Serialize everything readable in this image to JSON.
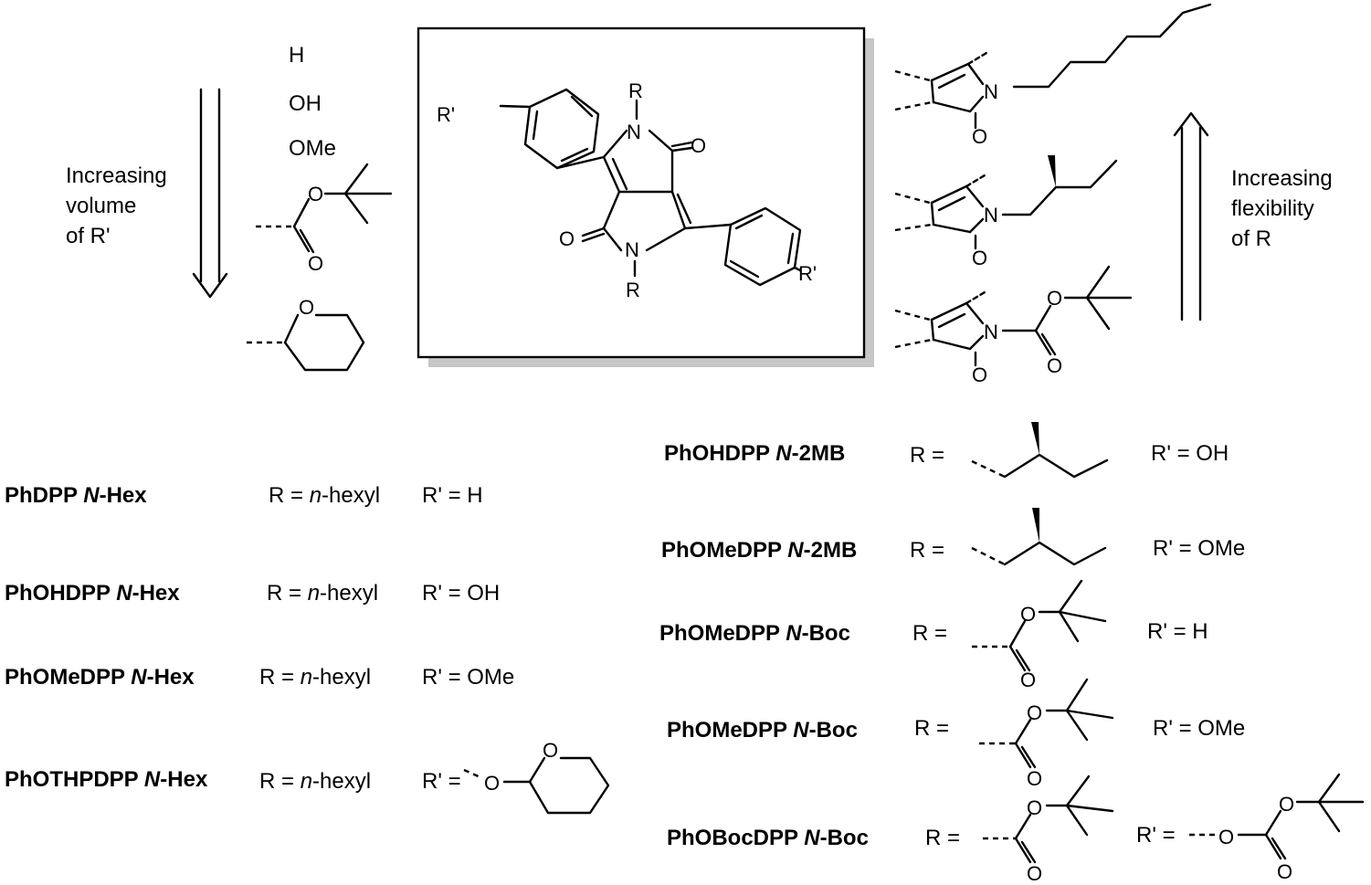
{
  "top": {
    "left_arrow_label": [
      "Increasing",
      "volume",
      "of R'"
    ],
    "right_arrow_label": [
      "Increasing",
      "flexibility",
      "of R"
    ],
    "r_prime_options": [
      "H",
      "OH",
      "OMe"
    ]
  },
  "core": {
    "atoms": {
      "N": "N",
      "O": "O",
      "R": "R",
      "R_prime": "R'"
    }
  },
  "compounds": [
    {
      "name": "PhDPP",
      "suffix": "N",
      "suffix_tail": "-Hex",
      "r_text": "R = ",
      "r_italic": "n",
      "r_tail": "-hexyl",
      "rp": "R' = H"
    },
    {
      "name": "PhOHDPP",
      "suffix": "N",
      "suffix_tail": "-Hex",
      "r_text": "R = ",
      "r_italic": "n",
      "r_tail": "-hexyl",
      "rp": "R' = OH"
    },
    {
      "name": "PhOMeDPP",
      "suffix": "N",
      "suffix_tail": "-Hex",
      "r_text": "R = ",
      "r_italic": "n",
      "r_tail": "-hexyl",
      "rp": "R' = OMe"
    },
    {
      "name": "PhOTHPDPP",
      "suffix": "N",
      "suffix_tail": "-Hex",
      "r_text": "R = ",
      "r_italic": "n",
      "r_tail": "-hexyl",
      "rp": "R' ="
    },
    {
      "name": "PhOHDPP",
      "suffix": "N",
      "suffix_tail": "-2MB",
      "r_text": "R =",
      "rp": "R' = OH"
    },
    {
      "name": "PhOMeDPP",
      "suffix": "N",
      "suffix_tail": "-2MB",
      "r_text": "R =",
      "rp": "R' = OMe"
    },
    {
      "name": "PhOMeDPP",
      "suffix": "N",
      "suffix_tail": "-Boc",
      "r_text": "R =",
      "rp": "R' = H"
    },
    {
      "name": "PhOMeDPP",
      "suffix": "N",
      "suffix_tail": "-Boc",
      "r_text": "R =",
      "rp": "R' = OMe"
    },
    {
      "name": "PhOBocDPP",
      "suffix": "N",
      "suffix_tail": "-Boc",
      "r_text": "R =",
      "rp": "R' ="
    }
  ]
}
